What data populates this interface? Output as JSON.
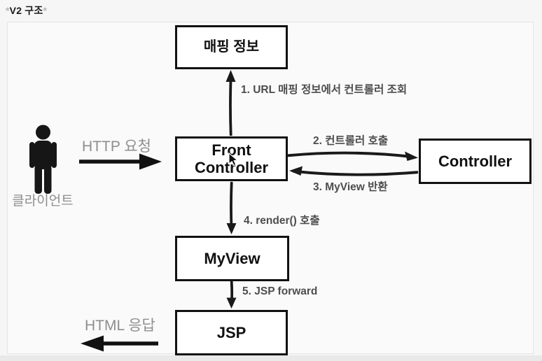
{
  "title": {
    "star_left": "*",
    "text": "V2 구조",
    "star_right": "*"
  },
  "diagram": {
    "boxes": {
      "mapping": "매핑 정보",
      "front_controller": "Front Controller",
      "controller": "Controller",
      "myview": "MyView",
      "jsp": "JSP"
    },
    "actor": {
      "label": "클라이언트"
    },
    "labels": {
      "http_request": "HTTP 요청",
      "html_response": "HTML 응답",
      "step1": "1. URL 매핑 정보에서 컨트롤러 조회",
      "step2": "2. 컨트롤러 호출",
      "step3": "3. MyView 반환",
      "step4": "4. render() 호출",
      "step5": "5. JSP forward"
    },
    "icons": {
      "person": "person-icon",
      "cursor": "mouse-cursor-icon"
    },
    "colors": {
      "box_border": "#111111",
      "box_bg": "#ffffff",
      "arrow": "#1a1a1a",
      "grey_label": "#8e8e8e",
      "step_label": "#4d4d4d",
      "panel_bg": "#fafafa",
      "panel_border": "#e4e4e4",
      "page_bg": "#f6f6f6"
    }
  }
}
